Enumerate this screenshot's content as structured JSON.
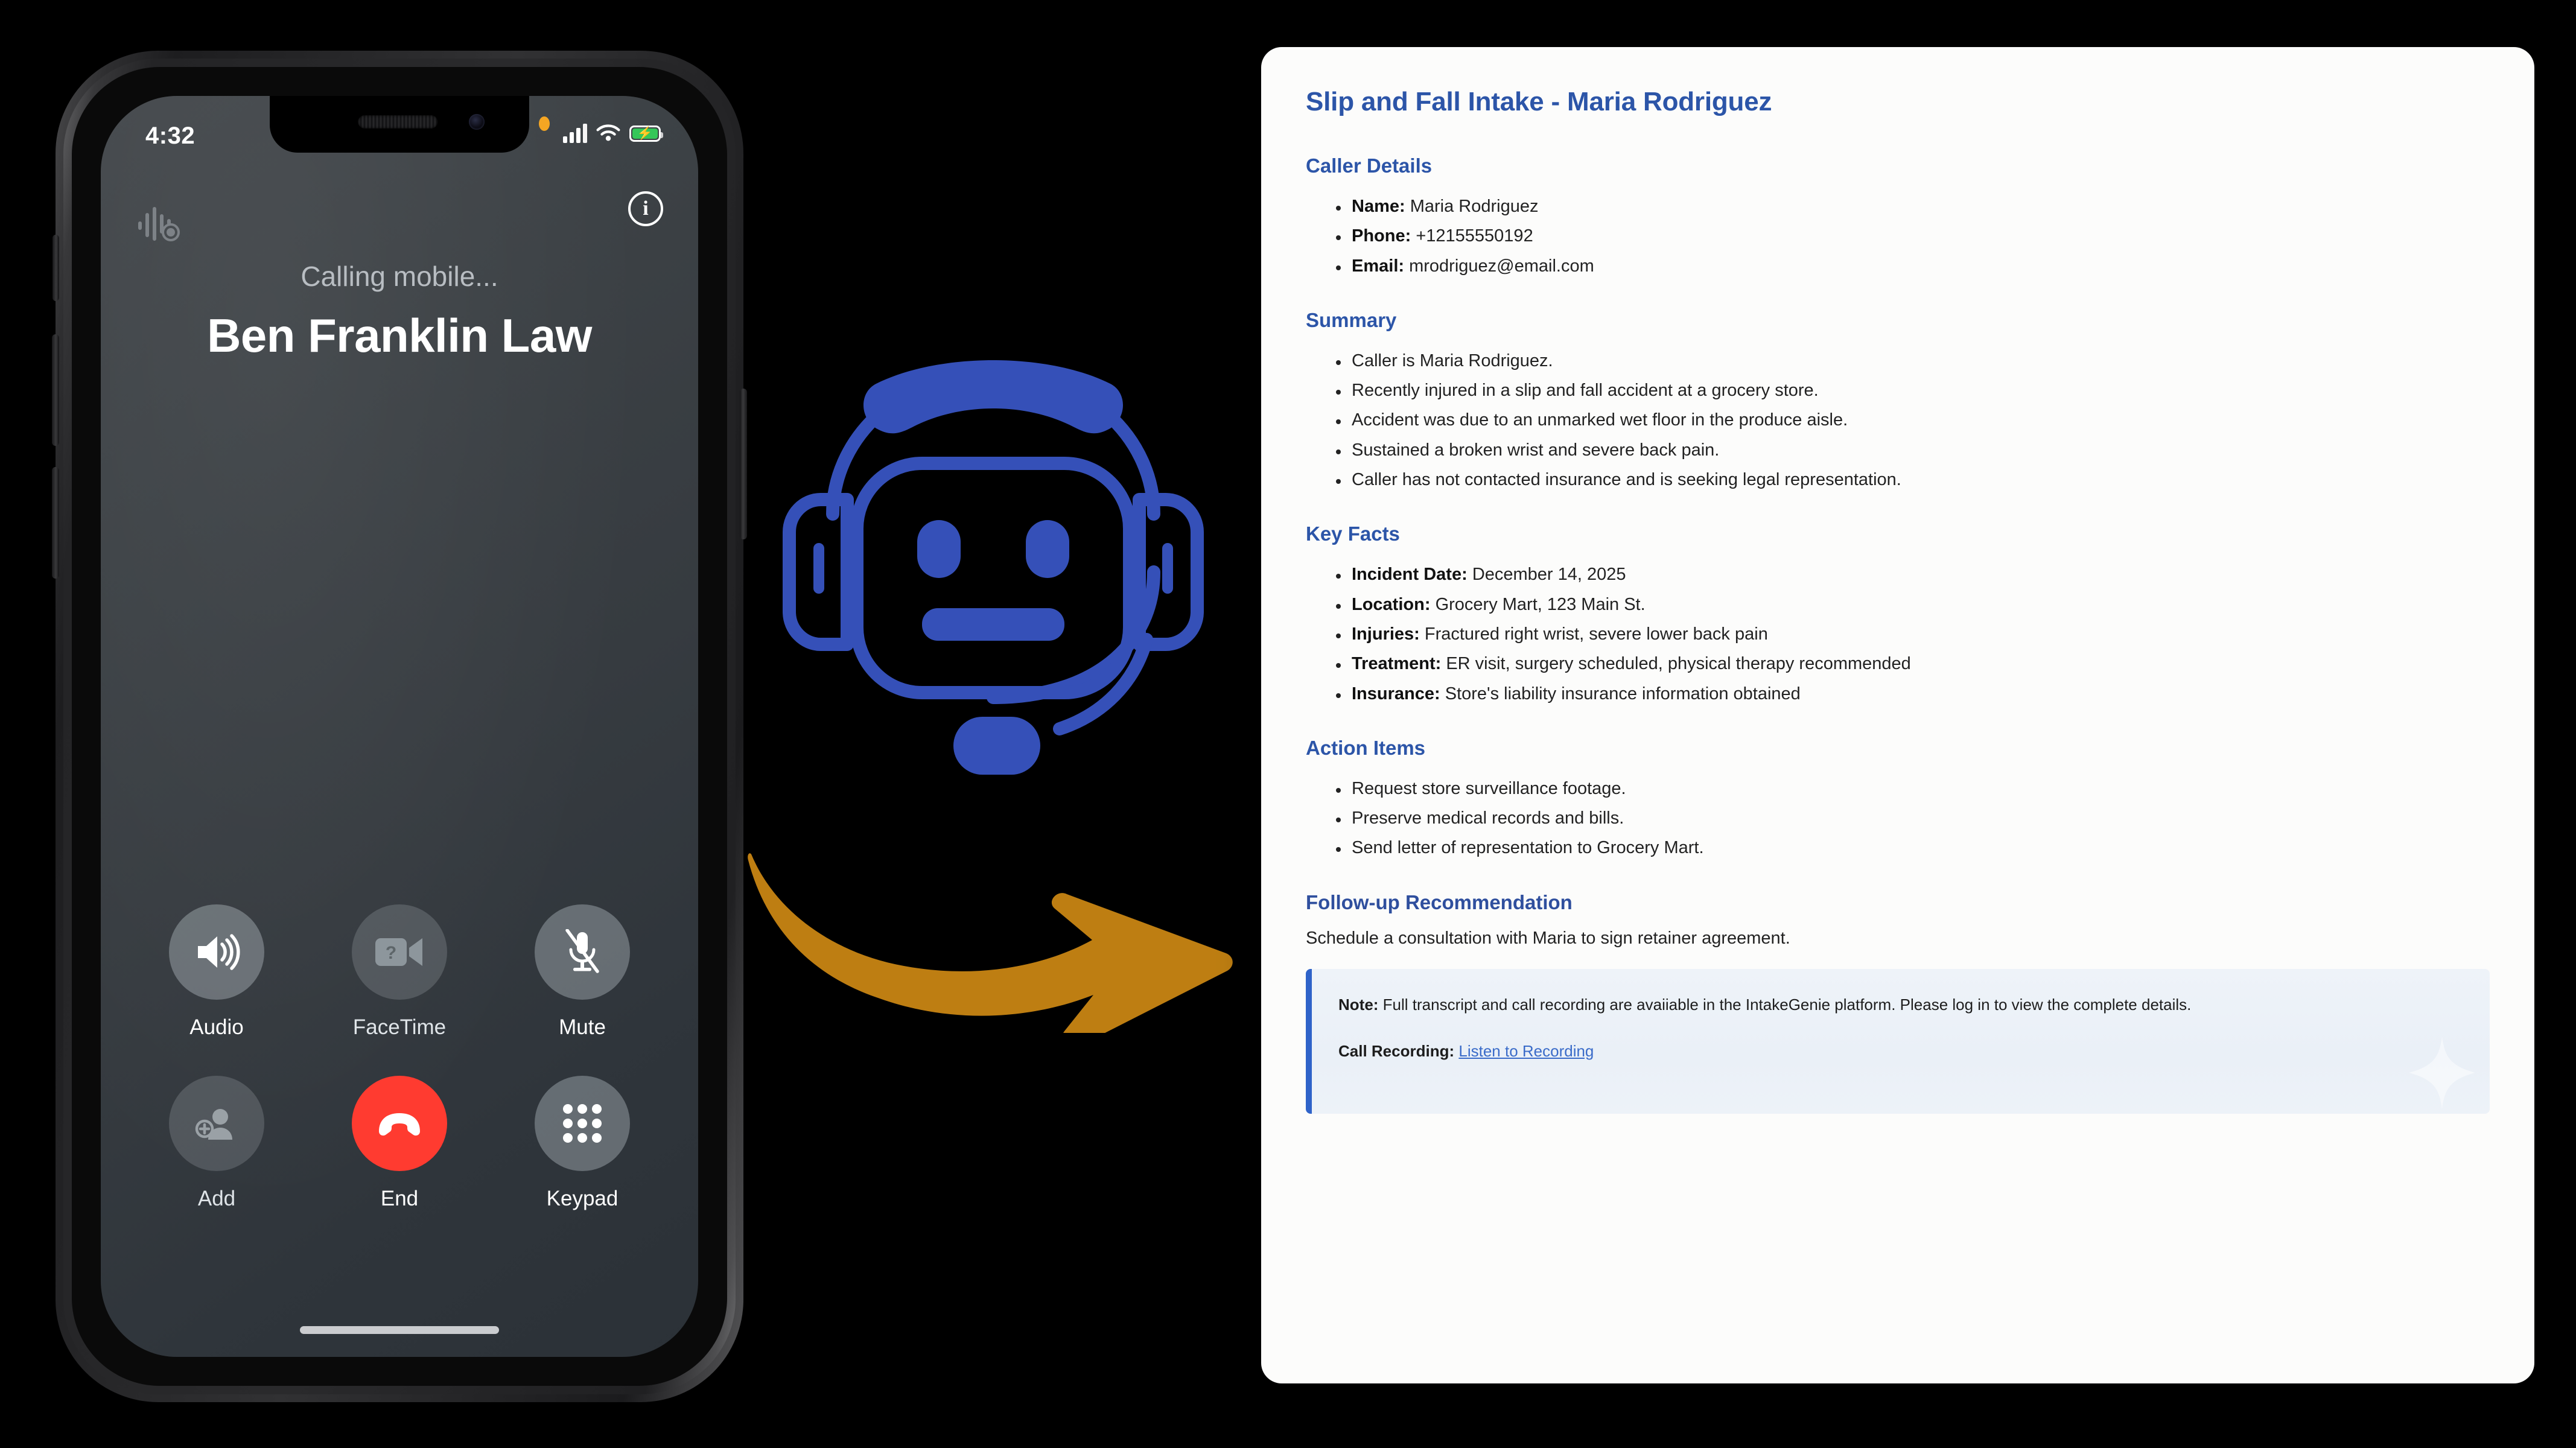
{
  "phone": {
    "status_bar": {
      "time": "4:32",
      "orange_dot": "recording-indicator",
      "signal_icon": "cellular-signal-icon",
      "wifi_icon": "wifi-icon",
      "battery_icon": "battery-charging-icon",
      "battery_color": "#34c759"
    },
    "call": {
      "waveform_icon": "audio-waveform-icon",
      "info_icon": "info-circle-icon",
      "info_glyph": "i",
      "status_text": "Calling mobile...",
      "contact_name": "Ben Franklin Law"
    },
    "controls": [
      {
        "label": "Audio",
        "icon": "speaker-icon",
        "state": "normal"
      },
      {
        "label": "FaceTime",
        "icon": "video-camera-icon",
        "state": "disabled"
      },
      {
        "label": "Mute",
        "icon": "microphone-muted-icon",
        "state": "normal"
      },
      {
        "label": "Add",
        "icon": "add-person-icon",
        "state": "disabled"
      },
      {
        "label": "End",
        "icon": "end-call-icon",
        "state": "end",
        "color": "#ff3b30"
      },
      {
        "label": "Keypad",
        "icon": "keypad-icon",
        "state": "normal"
      }
    ]
  },
  "middle": {
    "robot_icon": "robot-headset-icon",
    "robot_color": "#3550b8",
    "arrow_icon": "curved-right-arrow-icon",
    "arrow_color": "#be7e12"
  },
  "document": {
    "title": "Slip and Fall Intake - Maria Rodriguez",
    "accent_color": "#2c55a8",
    "sections": [
      {
        "heading": "Caller Details",
        "items": [
          {
            "label": "Name:",
            "value": "Maria Rodriguez"
          },
          {
            "label": "Phone:",
            "value": "+12155550192"
          },
          {
            "label": "Email:",
            "value": "mrodriguez@email.com"
          }
        ]
      },
      {
        "heading": "Summary",
        "items": [
          {
            "label": "",
            "value": "Caller is Maria Rodriguez."
          },
          {
            "label": "",
            "value": "Recently injured in a slip and fall accident at a grocery store."
          },
          {
            "label": "",
            "value": "Accident was due to an unmarked wet floor in the produce aisle."
          },
          {
            "label": "",
            "value": "Sustained a broken wrist and severe back pain."
          },
          {
            "label": "",
            "value": "Caller has not contacted insurance and is seeking legal representation."
          }
        ]
      },
      {
        "heading": "Key Facts",
        "items": [
          {
            "label": "Incident Date:",
            "value": "December 14, 2025"
          },
          {
            "label": "Location:",
            "value": "Grocery Mart, 123 Main St."
          },
          {
            "label": "Injuries:",
            "value": "Fractured right wrist, severe lower back pain"
          },
          {
            "label": "Treatment:",
            "value": "ER visit, surgery scheduled, physical therapy recommended"
          },
          {
            "label": "Insurance:",
            "value": "Store's liability insurance information obtained"
          }
        ]
      },
      {
        "heading": "Action Items",
        "items": [
          {
            "label": "",
            "value": "Request store surveillance footage."
          },
          {
            "label": "",
            "value": "Preserve medical records and bills."
          },
          {
            "label": "",
            "value": "Send letter of representation to Grocery Mart."
          }
        ]
      }
    ],
    "followup": {
      "heading": "Follow-up Recommendation",
      "text": "Schedule a consultation with Maria to sign retainer agreement."
    },
    "note": {
      "note_label": "Note:",
      "note_text": " Full transcript and call recording are avaiiable in the IntakeGenie platform. Please log in to view the complete details.",
      "recording_label": "Call Recording:",
      "recording_link": "Listen to Recording",
      "link_color": "#3a6bc9",
      "border_color": "#2f63c9",
      "sparkle_icon": "sparkle-icon"
    }
  }
}
